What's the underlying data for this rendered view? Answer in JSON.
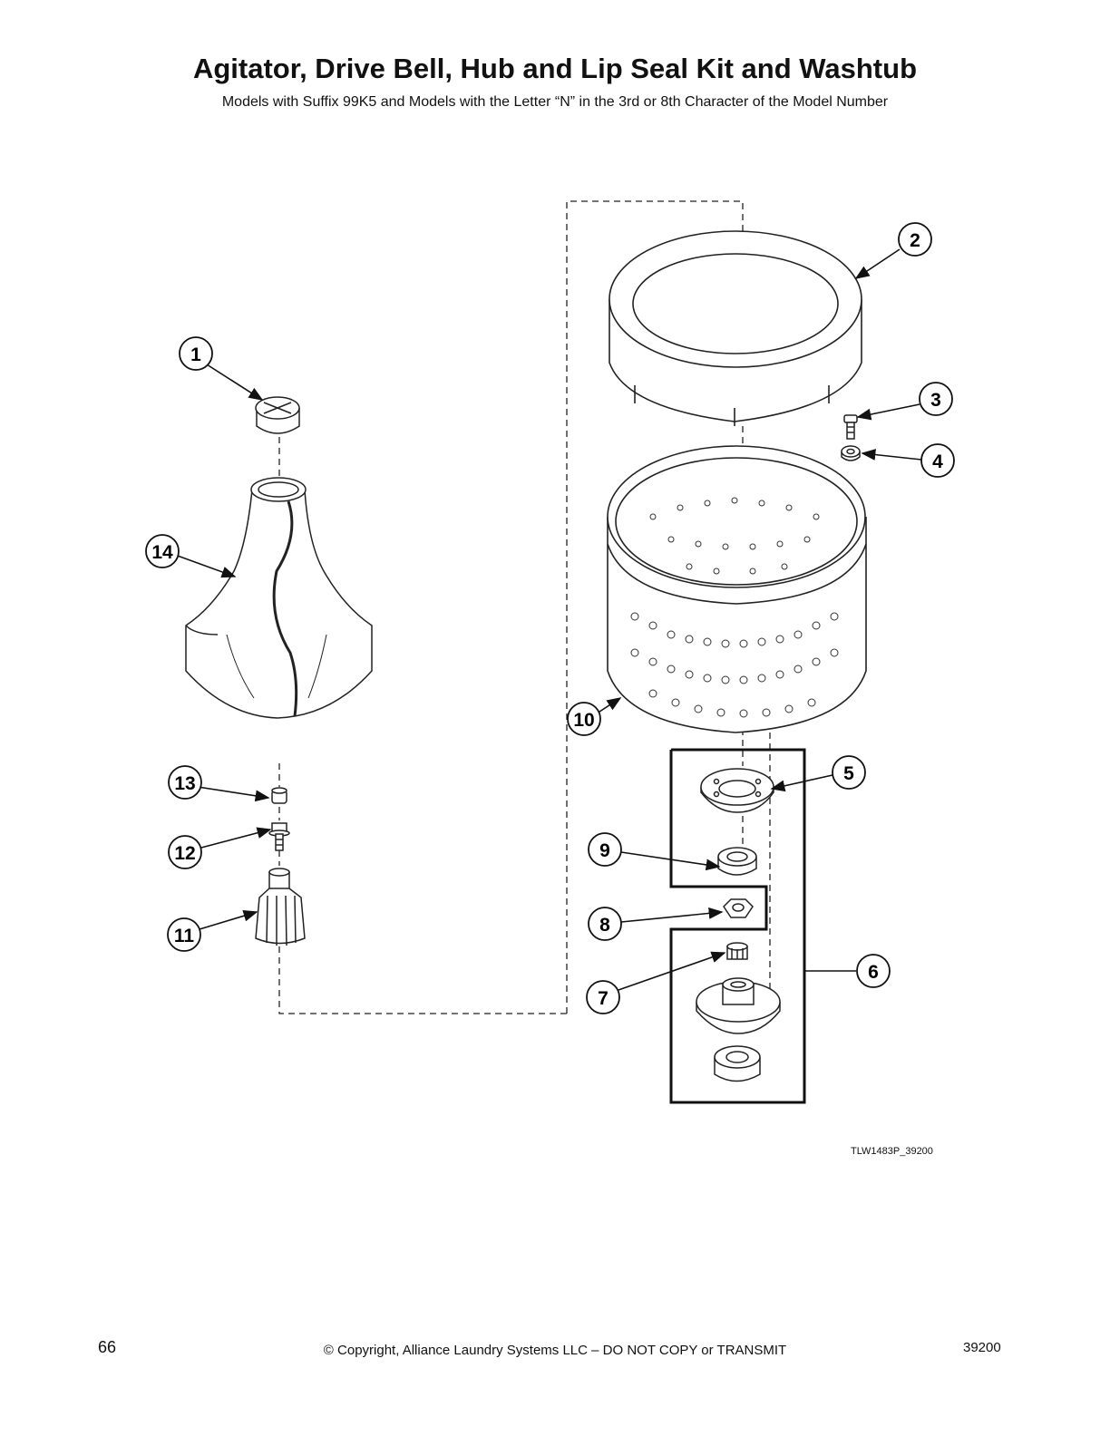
{
  "header": {
    "title": "Agitator, Drive Bell, Hub and Lip Seal Kit and Washtub",
    "subtitle": "Models with Suffix 99K5 and Models with the Letter “N” in the 3rd or 8th Character of the Model Number"
  },
  "diagram": {
    "figure_id": "TLW1483P_39200",
    "callouts": [
      "1",
      "2",
      "3",
      "4",
      "5",
      "6",
      "7",
      "8",
      "9",
      "10",
      "11",
      "12",
      "13",
      "14"
    ]
  },
  "footer": {
    "page_number": "66",
    "copyright": "© Copyright, Alliance Laundry Systems LLC – DO NOT COPY or TRANSMIT",
    "doc_number": "39200"
  }
}
